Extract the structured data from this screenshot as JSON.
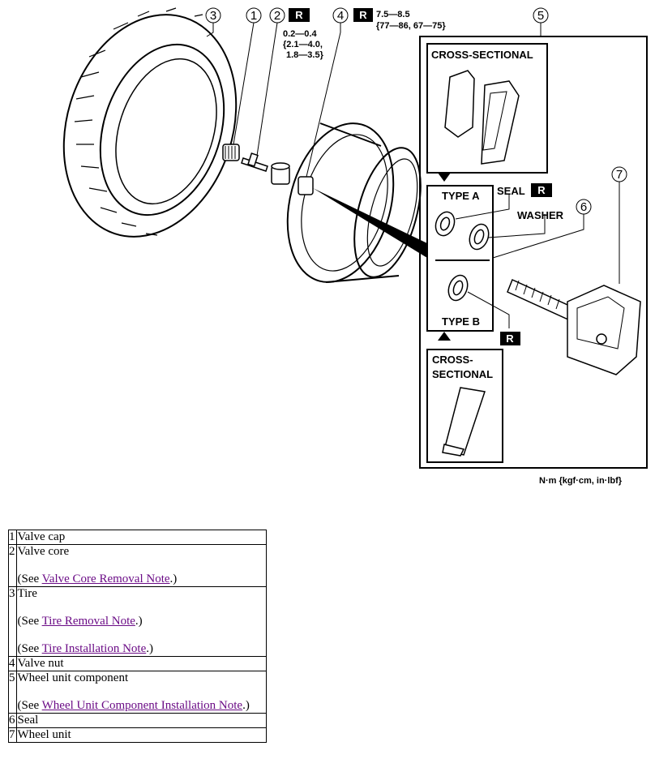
{
  "diagram": {
    "callouts": [
      "3",
      "1",
      "2",
      "4",
      "5",
      "6",
      "7"
    ],
    "r_mark": "R",
    "torque_valve_core": [
      "0.2—0.4",
      "{2.1—4.0,",
      "1.8—3.5}"
    ],
    "torque_valve_nut": [
      "7.5—8.5",
      "{77—86, 67—75}"
    ],
    "cross_sectional_top": "CROSS-SECTIONAL",
    "type_a": "TYPE A",
    "seal": "SEAL",
    "washer": "WASHER",
    "type_b": "TYPE B",
    "cross_sectional_bottom": [
      "CROSS-",
      "SECTIONAL"
    ],
    "units": "N·m {kgf·cm, in·lbf}"
  },
  "parts": [
    {
      "num": "1",
      "name": "Valve cap"
    },
    {
      "num": "2",
      "name": "Valve core",
      "see": [
        {
          "pre": "(See ",
          "link": "Valve Core Removal Note",
          "post": ".)"
        }
      ]
    },
    {
      "num": "3",
      "name": "Tire",
      "see": [
        {
          "pre": "(See ",
          "link": "Tire Removal Note",
          "post": ".)"
        },
        {
          "pre": "(See ",
          "link": "Tire Installation Note",
          "post": ".)"
        }
      ]
    },
    {
      "num": "4",
      "name": "Valve nut"
    },
    {
      "num": "5",
      "name": "Wheel unit component",
      "see": [
        {
          "pre": "(See ",
          "link": "Wheel Unit Component Installation Note",
          "post": ".)"
        }
      ]
    },
    {
      "num": "6",
      "name": "Seal"
    },
    {
      "num": "7",
      "name": "Wheel unit"
    }
  ]
}
